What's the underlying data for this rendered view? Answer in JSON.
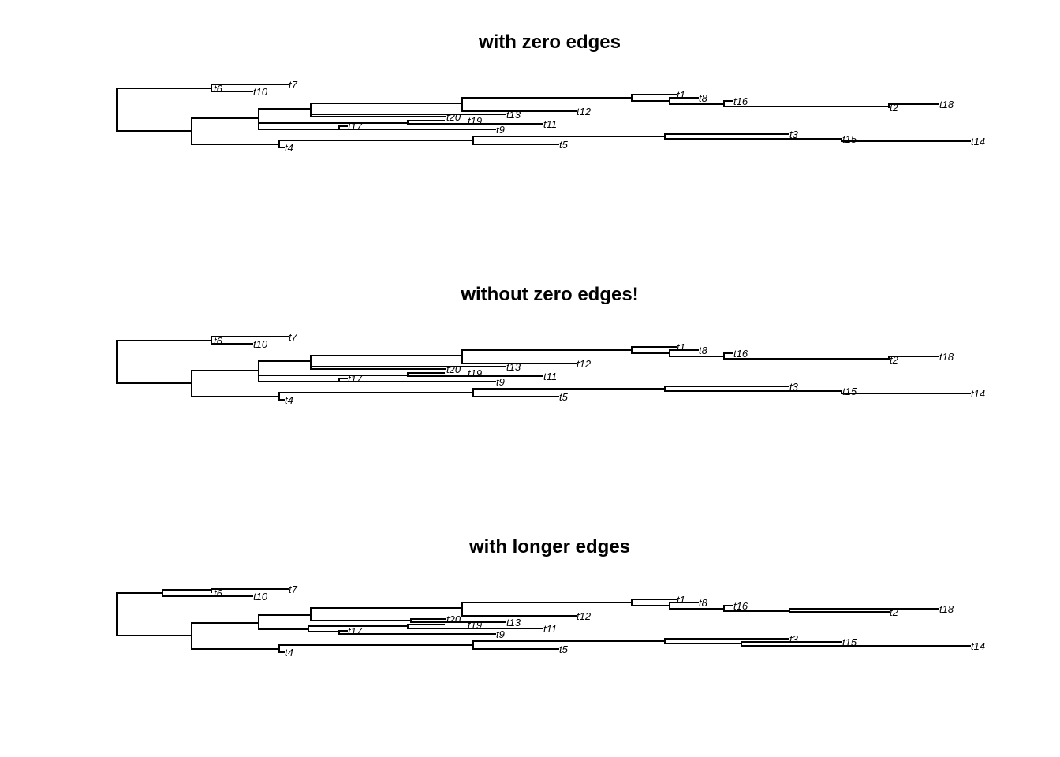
{
  "panels": [
    {
      "title": "with zero edges",
      "tips": [
        "t7",
        "t10",
        "t6",
        "t12",
        "t1",
        "t8",
        "t16",
        "t18",
        "t2",
        "t13",
        "t20",
        "t19",
        "t11",
        "t17",
        "t9",
        "t4",
        "t5",
        "t3",
        "t15",
        "t14"
      ]
    },
    {
      "title": "without zero edges!",
      "tips": [
        "t7",
        "t10",
        "t6",
        "t12",
        "t1",
        "t8",
        "t16",
        "t18",
        "t2",
        "t13",
        "t20",
        "t19",
        "t11",
        "t17",
        "t9",
        "t4",
        "t5",
        "t3",
        "t15",
        "t14"
      ]
    },
    {
      "title": "with longer edges",
      "tips": [
        "t7",
        "t10",
        "t6",
        "t12",
        "t1",
        "t8",
        "t16",
        "t18",
        "t2",
        "t13",
        "t20",
        "t19",
        "t11",
        "t17",
        "t9",
        "t4",
        "t5",
        "t3",
        "t15",
        "t14"
      ]
    }
  ],
  "colors": {
    "edge": "#000000",
    "background": "#ffffff"
  }
}
